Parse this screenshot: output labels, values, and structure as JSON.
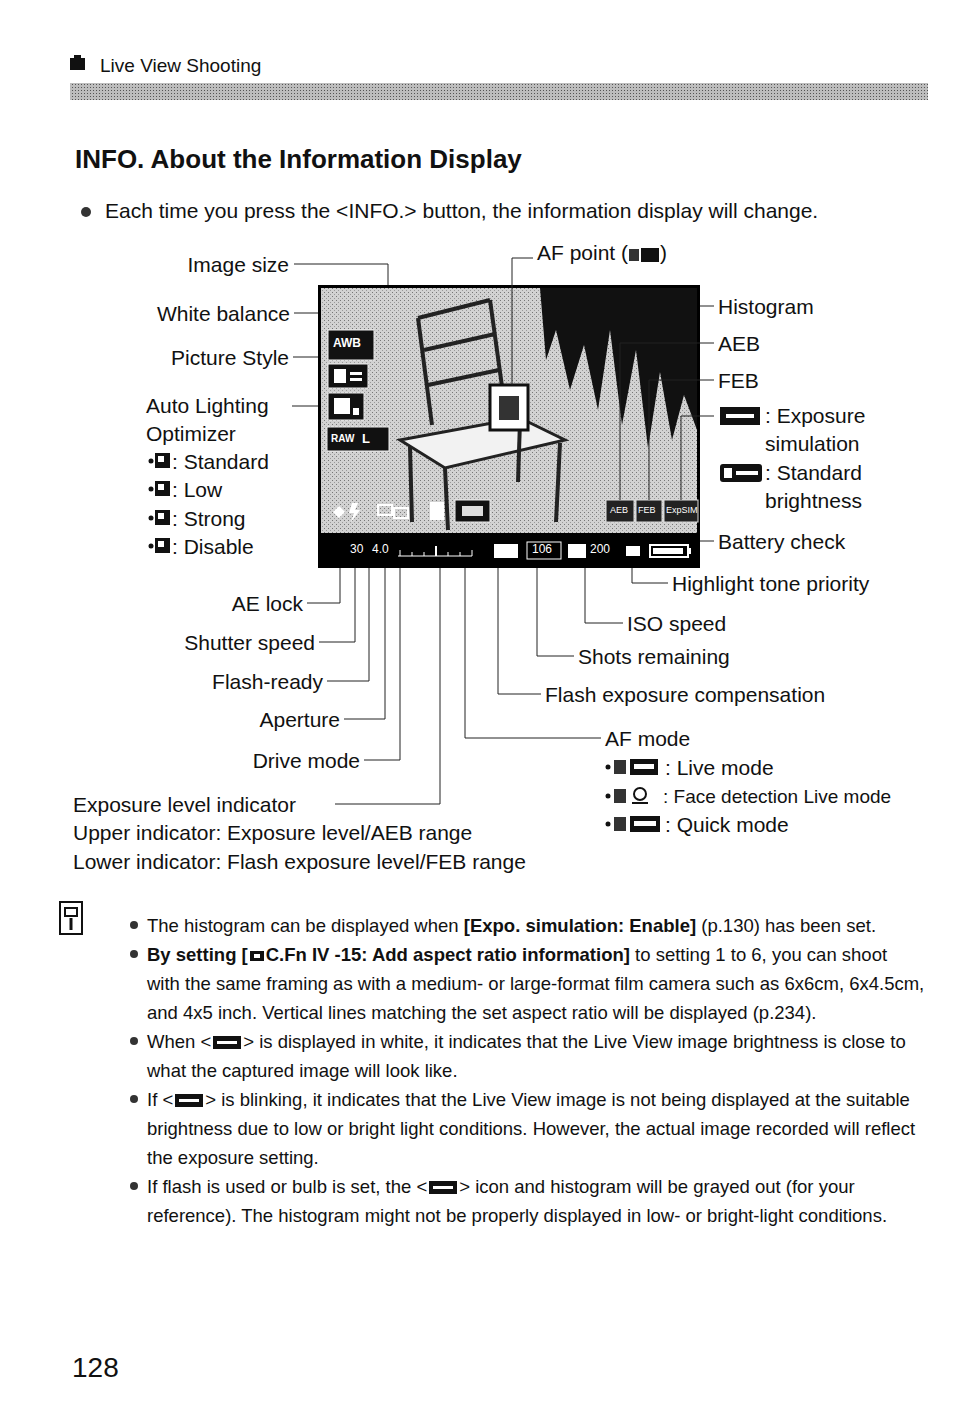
{
  "diagram": {
    "title": "INFO. About the Information Display",
    "nodes": [
      {
        "text": [
          "AWB",
          "RAW",
          "L",
          "AEB",
          "FEB",
          "ExpSIM",
          "30",
          "4.0",
          "106",
          "200"
        ]
      }
    ],
    "labels": [
      "Live View Shooting",
      "Each time you press the <INFO.> button, the information display will change.",
      "Image size",
      "White balance",
      "Picture Style",
      "Auto Lighting Optimizer",
      ": Standard",
      ": Low",
      ": Strong",
      ": Disable",
      "AE lock",
      "Shutter speed",
      "Flash-ready",
      "Aperture",
      "Drive mode",
      "Exposure level indicator",
      "Upper indicator: Exposure level/AEB range",
      "Lower indicator: Flash exposure level/FEB range",
      "AF point (",
      ")",
      "Histogram",
      "AEB",
      "FEB",
      ": Exposure simulation",
      ": Standard brightness",
      "Battery check",
      "Highlight tone priority",
      "ISO speed",
      "Shots remaining",
      "Flash exposure compensation",
      "AF mode",
      ": Live mode",
      ": Face detection Live mode",
      ": Quick mode",
      "The histogram can be displayed when",
      "[Expo. simulation: Enable]",
      "(p.130) has been set.",
      "By setting [",
      "C.Fn IV -15: Add aspect ratio information]",
      "to setting 1 to 6, you can shoot with the same framing as with a medium- or large-format film camera such as 6x6cm, 6x4.5cm, and 4x5 inch. Vertical lines matching the set aspect ratio will be displayed (p.234).",
      "When <",
      "> is displayed in white, it indicates that the Live View image brightness is close to what the captured image will look like.",
      "If <",
      "> is blinking, it indicates that the Live View image is not being displayed at the suitable brightness due to low or bright light conditions. However, the actual image recorded will reflect the exposure setting.",
      "If flash is used or bulb is set, the <",
      "> icon and histogram will be grayed out (for your reference). The histogram might not be properly displayed in low- or bright-light conditions.",
      "128"
    ]
  }
}
